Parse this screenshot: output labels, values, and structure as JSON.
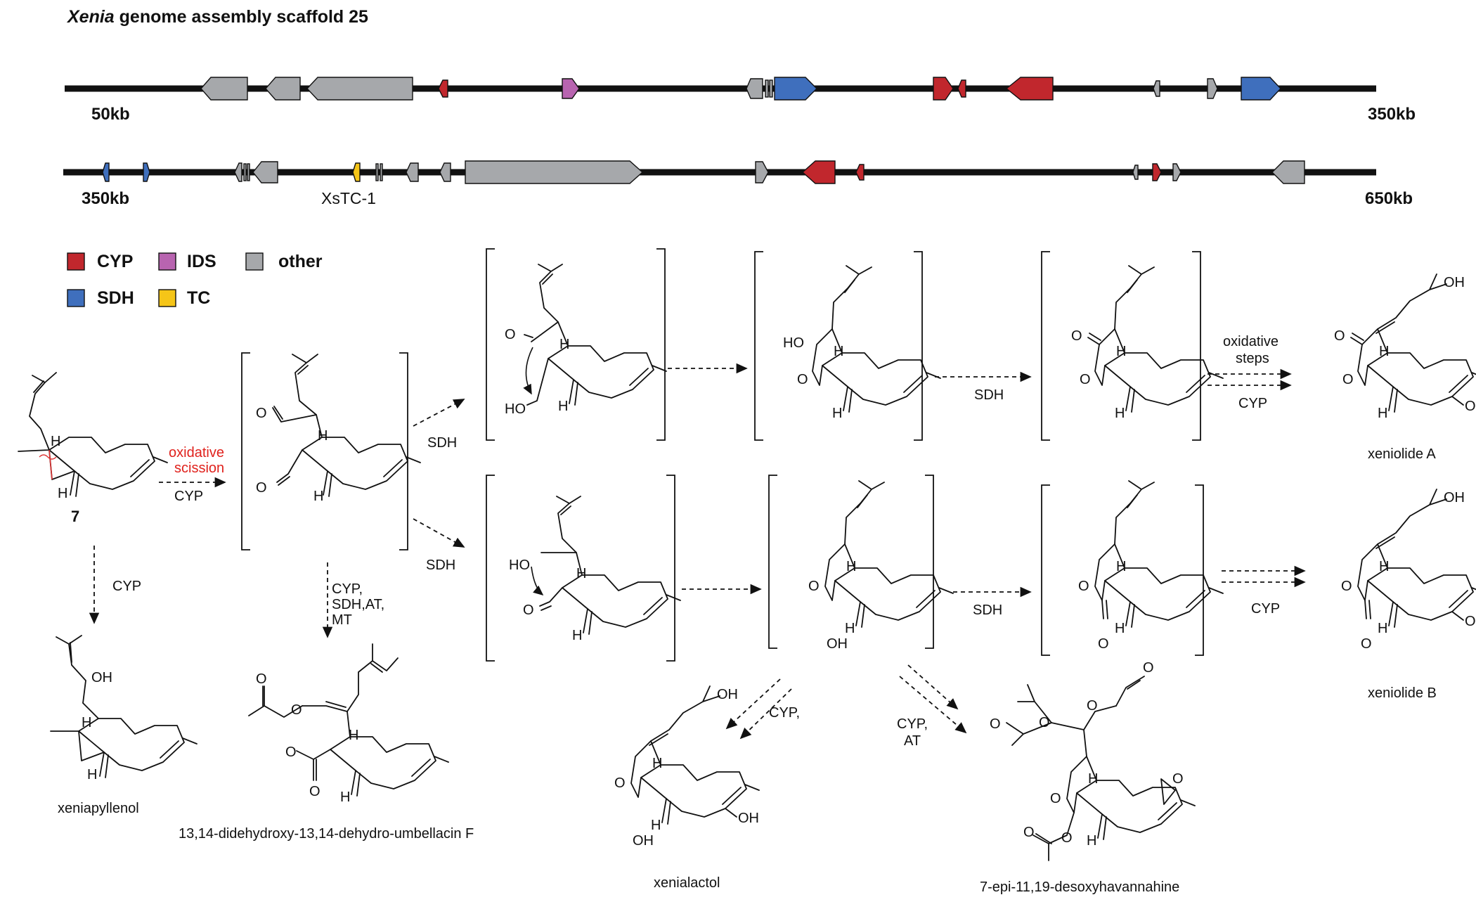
{
  "title_italic": "Xenia",
  "title_rest": " genome assembly scaffold 25",
  "tracks": [
    {
      "start": "50kb",
      "end": "350kb"
    },
    {
      "start": "350kb",
      "end": "650kb",
      "tc_label": "XsTC-1"
    }
  ],
  "legend": [
    {
      "label": "CYP",
      "color": "#c1272d"
    },
    {
      "label": "IDS",
      "color": "#b864b0"
    },
    {
      "label": "other",
      "color": "#a6a8ab"
    },
    {
      "label": "SDH",
      "color": "#3f6fbd"
    },
    {
      "label": "TC",
      "color": "#f5c518"
    }
  ],
  "start_compound": "7",
  "conditions": {
    "scission_1": "oxidative",
    "scission_2": "scission",
    "cyp": "CYP",
    "sdh": "SDH",
    "multi_1": "CYP,",
    "multi_2": "SDH,AT,",
    "multi_3": "MT",
    "oxsteps_1": "oxidative",
    "oxsteps_2": "steps",
    "cyp_comma": "CYP,",
    "cypat_1": "CYP,",
    "cypat_2": "AT"
  },
  "compounds": {
    "xeniapyllenol": "xeniapyllenol",
    "umbellacin": "13,14-didehydroxy-13,14-dehydro-umbellacin F",
    "xeniolide_a": "xeniolide A",
    "xeniolide_b": "xeniolide B",
    "xenialactol": "xenialactol",
    "havannahine": "7-epi-11,19-desoxyhavannahine"
  },
  "atoms": {
    "h": "H",
    "o": "O",
    "oh": "OH",
    "ho": "HO"
  },
  "colors": {
    "scission_text": "#e0211c",
    "backbone": "#111111"
  }
}
